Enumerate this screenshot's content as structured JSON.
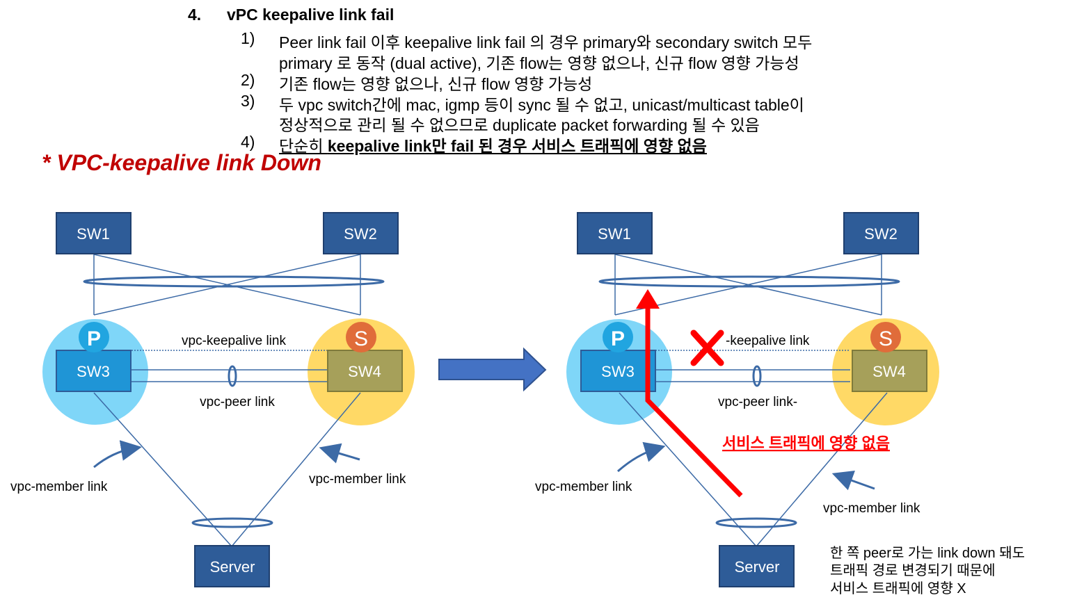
{
  "header": {
    "number": "4.",
    "title": "vPC keepalive link fail"
  },
  "items": [
    {
      "num": "1)",
      "lines": [
        "Peer link fail 이후 keepalive link fail 의 경우 primary와 secondary switch 모두",
        "primary 로 동작 (dual active), 기존 flow는 영향 없으나, 신규 flow 영향 가능성"
      ]
    },
    {
      "num": "2)",
      "lines": [
        "기존 flow는 영향 없으나, 신규 flow 영향 가능성"
      ]
    },
    {
      "num": "3)",
      "lines": [
        "두 vpc switch간에 mac, igmp 등이 sync 될 수 없고, unicast/multicast table이",
        "정상적으로 관리 될 수 없으므로 duplicate packet forwarding 될 수 있음"
      ]
    },
    {
      "num": "4)",
      "prefix": "단순히 ",
      "bold": "keepalive link만 fail 된 경우 서비스 트래픽에 영향 없음"
    }
  ],
  "subtitle": "* VPC-keepalive link Down",
  "left_diagram": {
    "sw1": "SW1",
    "sw2": "SW2",
    "sw3": "SW3",
    "sw4": "SW4",
    "server": "Server",
    "primary_badge": "P",
    "secondary_badge": "S",
    "keepalive_label": "vpc-keepalive link",
    "peer_label": "vpc-peer link",
    "member_label_left": "vpc-member link",
    "member_label_right": "vpc-member link"
  },
  "right_diagram": {
    "sw1": "SW1",
    "sw2": "SW2",
    "sw3": "SW3",
    "sw4": "SW4",
    "server": "Server",
    "primary_badge": "P",
    "secondary_badge": "S",
    "keepalive_label": "-keepalive link",
    "peer_label": "vpc-peer link-",
    "member_label_left": "vpc-member link",
    "member_label_right": "vpc-member link",
    "impact_label": "서비스 트래픽에 영향 없음",
    "note_lines": [
      "한 쪽 peer로 가는 link down 돼도",
      "트래픽 경로 변경되기 때문에",
      "서비스 트래픽에 영향 X"
    ]
  },
  "colors": {
    "switch_fill": "#2e5c98",
    "switch_stroke": "#1f3f6e",
    "primary_circle": "#7fd6f8",
    "secondary_circle": "#ffd966",
    "sw3_fill": "#1f95d6",
    "sw4_fill": "#a6a05a",
    "line": "#3c6aa6",
    "alert_red": "#ff0000",
    "title_red": "#c00000",
    "p_badge": "#21a5e0",
    "s_badge": "#e06c3a"
  }
}
